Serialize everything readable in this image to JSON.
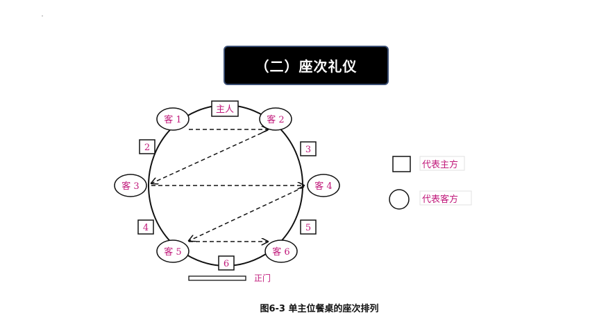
{
  "title": "（二）座次礼仪",
  "caption": "图6-3  单主位餐桌的座次排列",
  "host": "主人",
  "guests": [
    "客 1",
    "客 2",
    "客 3",
    "客 4",
    "客 5",
    "客 6"
  ],
  "hosts": [
    "2",
    "3",
    "4",
    "5",
    "6"
  ],
  "door": "正门",
  "legend": {
    "host": "代表主方",
    "guest": "代表客方"
  },
  "colors": {
    "label": "#c0187a",
    "line": "#111111",
    "title_bg": "#000000"
  }
}
